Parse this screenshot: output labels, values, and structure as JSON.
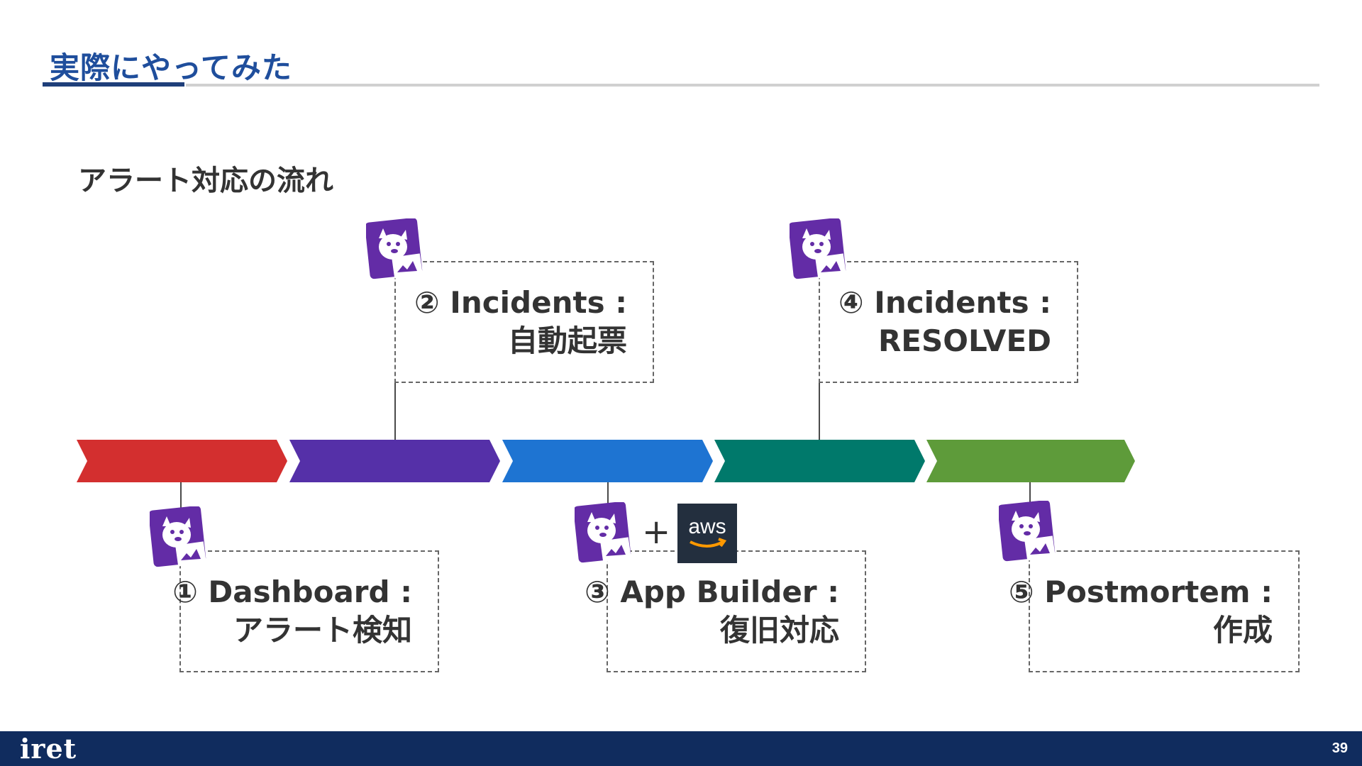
{
  "slide": {
    "title": "実際にやってみた",
    "subtitle": "アラート対応の流れ",
    "page_number": "39"
  },
  "timeline": {
    "colors": [
      "#d32f2f",
      "#5530a8",
      "#1e74d2",
      "#00796b",
      "#5e9b3a"
    ]
  },
  "steps": [
    {
      "line1": "① Dashboard :",
      "line2": "アラート検知",
      "logo": "datadog-icon"
    },
    {
      "line1": "② Incidents :",
      "line2": "自動起票",
      "logo": "datadog-icon"
    },
    {
      "line1": "③ App Builder :",
      "line2": "復旧対応",
      "logo": "datadog-icon",
      "extra_logo": "aws-icon"
    },
    {
      "line1": "④ Incidents :",
      "line2": "RESOLVED",
      "logo": "datadog-icon"
    },
    {
      "line1": "⑤ Postmortem :",
      "line2": "作成",
      "logo": "datadog-icon"
    }
  ],
  "aws_logo": {
    "text": "aws",
    "plus": "+"
  },
  "footer": {
    "logo_text": "iret",
    "color": "#102c5e"
  },
  "colors": {
    "title": "#1f4e9c",
    "datadog_purple": "#632ca6"
  }
}
